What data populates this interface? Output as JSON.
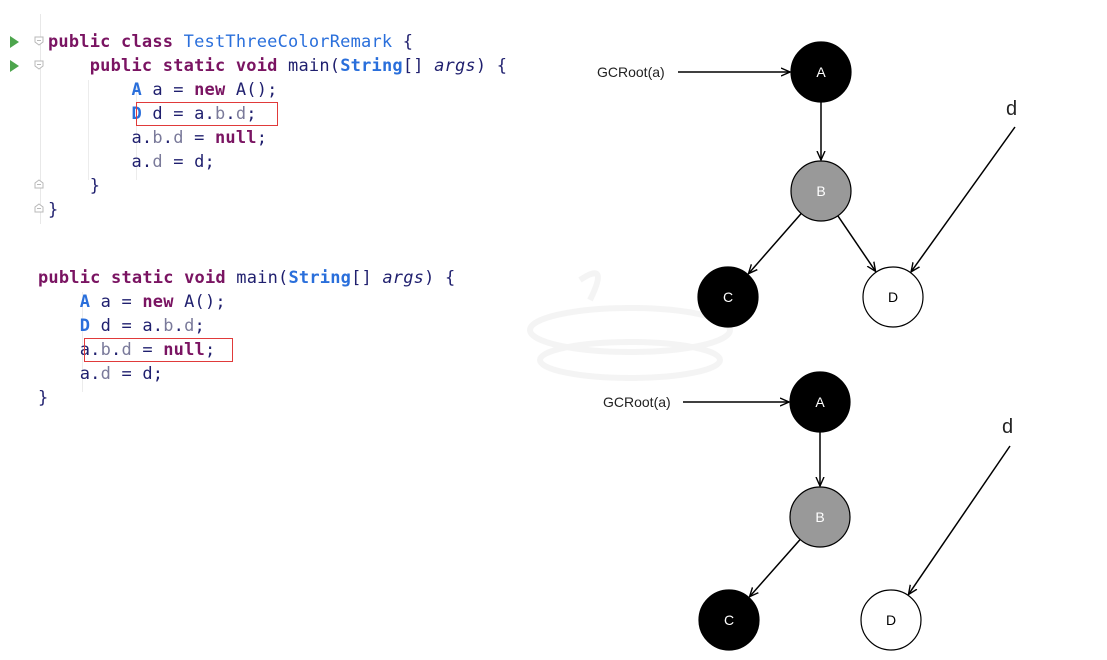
{
  "code_top": [
    [
      {
        "t": "public class ",
        "c": "kw"
      },
      {
        "t": "TestThreeColorRemark",
        "c": "cls"
      },
      {
        "t": " {",
        "c": "punct"
      }
    ],
    [
      {
        "t": "    public static void ",
        "c": "kw"
      },
      {
        "t": "main",
        "c": "plain"
      },
      {
        "t": "(",
        "c": "punct"
      },
      {
        "t": "String",
        "c": "typ"
      },
      {
        "t": "[] ",
        "c": "punct"
      },
      {
        "t": "args",
        "c": "param"
      },
      {
        "t": ") {",
        "c": "punct"
      }
    ],
    [
      {
        "t": "        A",
        "c": "typ"
      },
      {
        "t": " a = ",
        "c": "plain"
      },
      {
        "t": "new",
        "c": "kw"
      },
      {
        "t": " A();",
        "c": "plain"
      }
    ],
    [
      {
        "t": "        D",
        "c": "typ"
      },
      {
        "t": " d = a.",
        "c": "plain"
      },
      {
        "t": "b",
        "c": "fld"
      },
      {
        "t": ".",
        "c": "plain"
      },
      {
        "t": "d",
        "c": "fld"
      },
      {
        "t": ";",
        "c": "plain"
      }
    ],
    [
      {
        "t": "        a.",
        "c": "plain"
      },
      {
        "t": "b",
        "c": "fld"
      },
      {
        "t": ".",
        "c": "plain"
      },
      {
        "t": "d",
        "c": "fld"
      },
      {
        "t": " = ",
        "c": "plain"
      },
      {
        "t": "null",
        "c": "kw"
      },
      {
        "t": ";",
        "c": "plain"
      }
    ],
    [
      {
        "t": "        a.",
        "c": "plain"
      },
      {
        "t": "d",
        "c": "fld"
      },
      {
        "t": " = d;",
        "c": "plain"
      }
    ],
    [
      {
        "t": "    }",
        "c": "punct"
      }
    ],
    [
      {
        "t": "}",
        "c": "punct"
      }
    ]
  ],
  "code_bottom": [
    [
      {
        "t": "public static void ",
        "c": "kw"
      },
      {
        "t": "main",
        "c": "plain"
      },
      {
        "t": "(",
        "c": "punct"
      },
      {
        "t": "String",
        "c": "typ"
      },
      {
        "t": "[] ",
        "c": "punct"
      },
      {
        "t": "args",
        "c": "param"
      },
      {
        "t": ") {",
        "c": "punct"
      }
    ],
    [
      {
        "t": "    A",
        "c": "typ"
      },
      {
        "t": " a = ",
        "c": "plain"
      },
      {
        "t": "new",
        "c": "kw"
      },
      {
        "t": " A();",
        "c": "plain"
      }
    ],
    [
      {
        "t": "    D",
        "c": "typ"
      },
      {
        "t": " d = a.",
        "c": "plain"
      },
      {
        "t": "b",
        "c": "fld"
      },
      {
        "t": ".",
        "c": "plain"
      },
      {
        "t": "d",
        "c": "fld"
      },
      {
        "t": ";",
        "c": "plain"
      }
    ],
    [
      {
        "t": "    a.",
        "c": "plain"
      },
      {
        "t": "b",
        "c": "fld"
      },
      {
        "t": ".",
        "c": "plain"
      },
      {
        "t": "d",
        "c": "fld"
      },
      {
        "t": " = ",
        "c": "plain"
      },
      {
        "t": "null",
        "c": "kw"
      },
      {
        "t": ";",
        "c": "plain"
      }
    ],
    [
      {
        "t": "    a.",
        "c": "plain"
      },
      {
        "t": "d",
        "c": "fld"
      },
      {
        "t": " = d;",
        "c": "plain"
      }
    ],
    [
      {
        "t": "}",
        "c": "punct"
      }
    ]
  ],
  "colors": {
    "highlight_box": "#e03a3a",
    "node_black": "#000000",
    "node_gray": "#999999",
    "node_white": "#ffffff",
    "run_icon": "#4da54d"
  },
  "icons": {
    "run": "run-triangle-icon",
    "fold": "fold-marker-icon"
  },
  "diagram_top": {
    "root_label": "GCRoot(a)",
    "local_var_label": "d",
    "nodes": [
      {
        "id": "A",
        "label": "A",
        "fill": "black"
      },
      {
        "id": "B",
        "label": "B",
        "fill": "gray"
      },
      {
        "id": "C",
        "label": "C",
        "fill": "black"
      },
      {
        "id": "D",
        "label": "D",
        "fill": "white"
      }
    ],
    "edges": [
      [
        "GCRoot",
        "A"
      ],
      [
        "A",
        "B"
      ],
      [
        "B",
        "C"
      ],
      [
        "B",
        "D"
      ],
      [
        "d",
        "D"
      ]
    ]
  },
  "diagram_bottom": {
    "root_label": "GCRoot(a)",
    "local_var_label": "d",
    "nodes": [
      {
        "id": "A",
        "label": "A",
        "fill": "black"
      },
      {
        "id": "B",
        "label": "B",
        "fill": "gray"
      },
      {
        "id": "C",
        "label": "C",
        "fill": "black"
      },
      {
        "id": "D",
        "label": "D",
        "fill": "white"
      }
    ],
    "edges": [
      [
        "GCRoot",
        "A"
      ],
      [
        "A",
        "B"
      ],
      [
        "B",
        "C"
      ],
      [
        "d",
        "D"
      ]
    ]
  }
}
